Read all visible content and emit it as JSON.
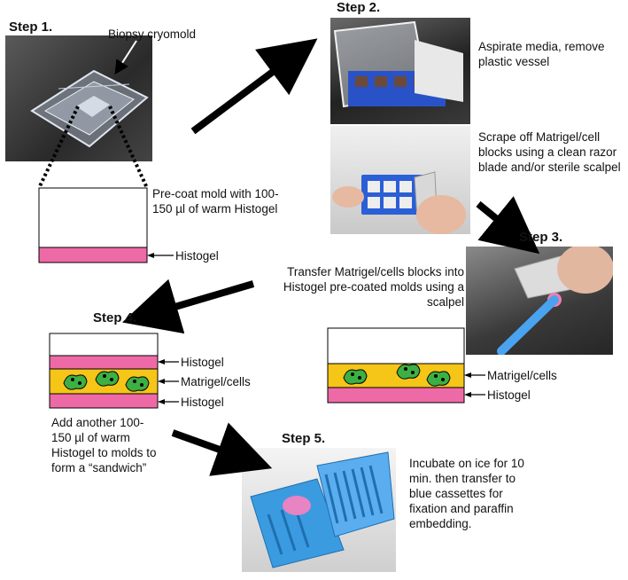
{
  "steps": {
    "s1": "Step 1.",
    "s2": "Step 2.",
    "s3": "Step 3.",
    "s4": "Step 4.",
    "s5": "Step 5."
  },
  "labels": {
    "cryomold": "Biopsy cryomold",
    "precoat": "Pre-coat mold with 100-150 µl of warm Histogel",
    "histogel": "Histogel",
    "matrigel_cells": "Matrigel/cells",
    "aspirate": "Aspirate media, remove plastic vessel",
    "scrape": "Scrape off Matrigel/cell blocks using a clean razor blade and/or sterile scalpel",
    "transfer": "Transfer Matrigel/cells blocks into Histogel pre-coated molds using a scalpel",
    "add_another": "Add another 100-150 µl of warm Histogel to molds to form a “sandwich”",
    "incubate": "Incubate on ice for 10 min. then transfer to blue cassettes for fixation and paraffin embedding."
  },
  "colors": {
    "histogel": "#ee6aa7",
    "matrigel": "#f5c518",
    "cell": "#3cb043",
    "cassette": "#3b9be0"
  }
}
